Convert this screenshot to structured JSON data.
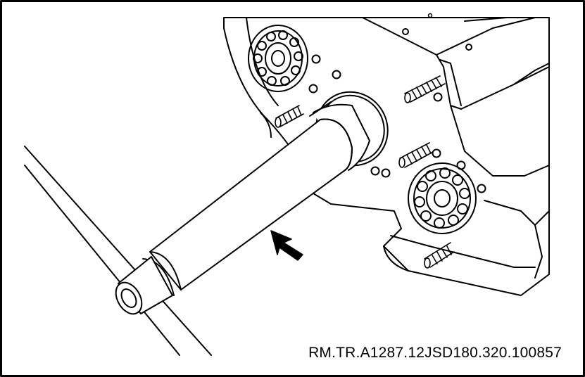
{
  "figure": {
    "reference_code": "RM.TR.A1287.12JSD180.320.100857"
  },
  "icons": {
    "arrow": "direction-arrow",
    "tool": "installer-shaft",
    "bearing": "ball-bearing",
    "stud": "threaded-stud",
    "housing": "transmission-housing"
  }
}
